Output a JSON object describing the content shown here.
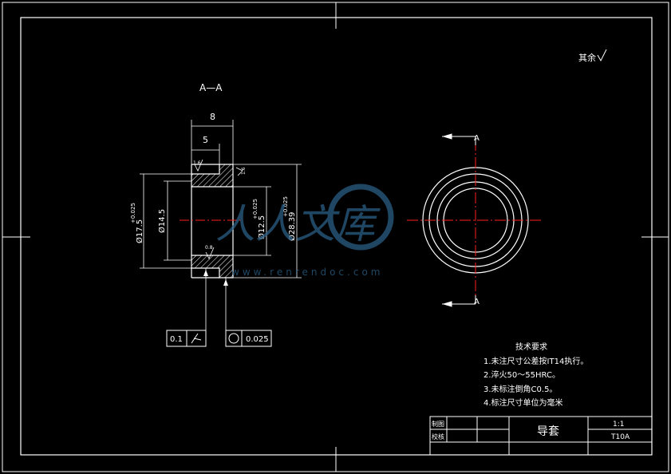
{
  "drawing": {
    "section_label": "A—A",
    "surface_roughness": "其余",
    "view_marker": "A",
    "dimensions": {
      "overall_width": "8",
      "step_width": "5",
      "outer_diameter": "Ø17.5",
      "outer_diameter_tol": "+0.025",
      "bore_diameter": "Ø14.5",
      "inner_diameter": "Ø12.5",
      "inner_diameter_tol": "+0.025",
      "large_diameter": "Ø28.39",
      "large_diameter_tol": "+0.025"
    },
    "roughness_values": {
      "top": "1.6",
      "side": "1.6",
      "bottom": "0.8"
    },
    "tolerance_frames": [
      {
        "value": "0.1",
        "symbol": "runout"
      },
      {
        "value": "0.025",
        "symbol": "circularity"
      }
    ],
    "watermark": {
      "brand": "人人文库",
      "url": "www.renrendoc.com"
    }
  },
  "tech_requirements": {
    "title": "技术要求",
    "items": [
      "1.未注尺寸公差按IT14执行。",
      "2.淬火50～55HRC。",
      "3.未标注倒角C0.5。",
      "4.标注尺寸单位为毫米"
    ]
  },
  "title_block": {
    "drawn_label": "制图",
    "checked_label": "校核",
    "part_name": "导套",
    "scale": "1:1",
    "material": "T10A"
  }
}
